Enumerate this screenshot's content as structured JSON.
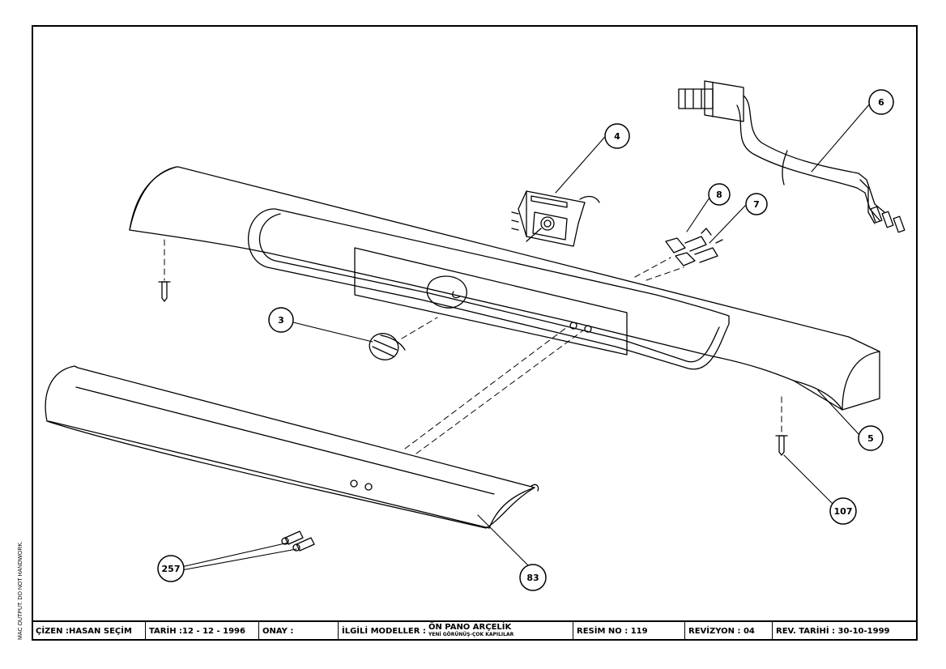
{
  "callouts": [
    {
      "label": "4"
    },
    {
      "label": "6"
    },
    {
      "label": "8"
    },
    {
      "label": "7"
    },
    {
      "label": "3"
    },
    {
      "label": "5"
    },
    {
      "label": "107"
    },
    {
      "label": "257"
    },
    {
      "label": "83"
    }
  ],
  "side_note": "MAC OUTPUT. DO NOT HANDWORK.",
  "title_block": {
    "drawn_by": "ÇİZEN :HASAN SEÇİM",
    "date": "TARİH :12 - 12 - 1996",
    "approval": "ONAY :",
    "models_label": "İLGİLİ MODELLER :",
    "models_main": "ÖN PANO ARÇELİK",
    "models_sub": "YENİ GÖRÜNÜŞ-ÇOK KAPILILAR",
    "drawing_no": "RESİM NO : 119",
    "revision": "REVİZYON : 04",
    "revision_date": "REV. TARİHİ : 30-10-1999"
  }
}
